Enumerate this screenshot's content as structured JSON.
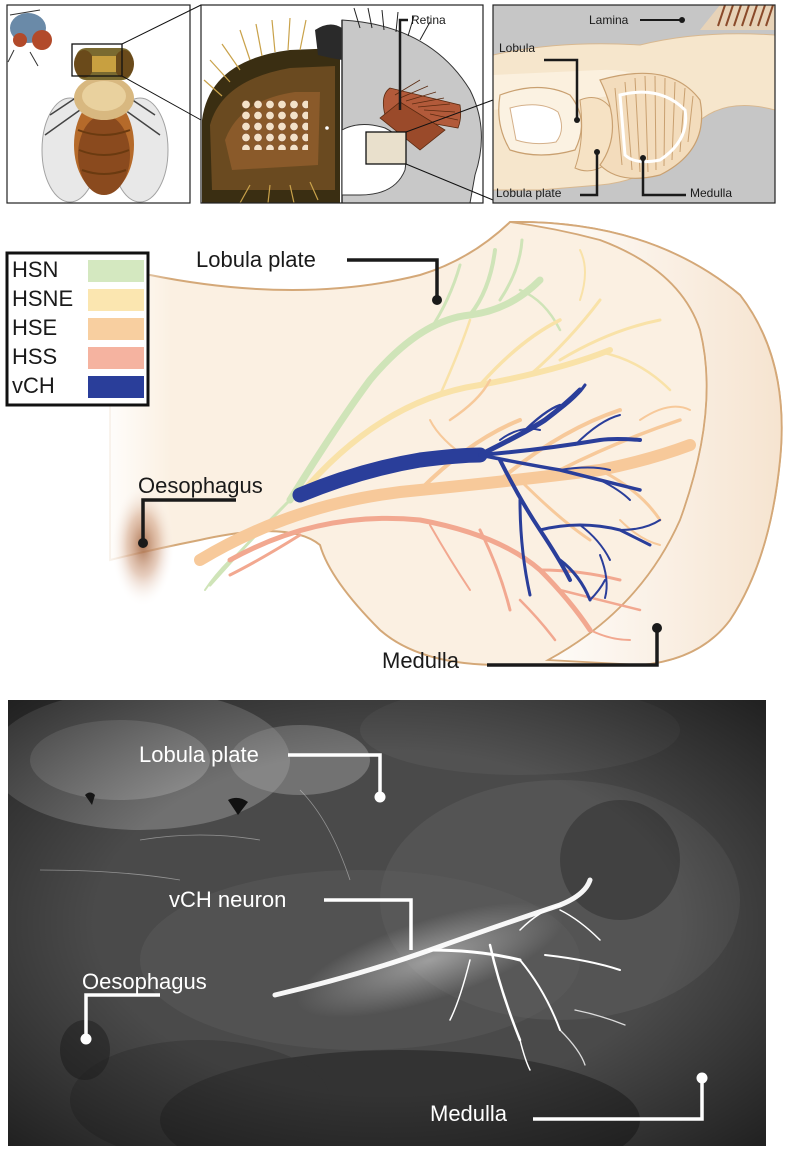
{
  "panels": {
    "retina_panel": {
      "label": "Retina"
    },
    "optic_panel": {
      "labels": {
        "lamina": "Lamina",
        "lobula": "Lobula",
        "lobula_plate": "Lobula plate",
        "medulla": "Medulla"
      }
    },
    "schematic": {
      "labels": {
        "lobula_plate": "Lobula plate",
        "oesophagus": "Oesophagus",
        "medulla": "Medulla"
      },
      "legend": [
        {
          "name": "HSN",
          "color": "#d4e8c0"
        },
        {
          "name": "HSNE",
          "color": "#fbe6b0"
        },
        {
          "name": "HSE",
          "color": "#f8cfa0"
        },
        {
          "name": "HSS",
          "color": "#f5b3a0"
        },
        {
          "name": "vCH",
          "color": "#2a3e9a"
        }
      ]
    },
    "micrograph": {
      "labels": {
        "lobula_plate": "Lobula plate",
        "vch_neuron": "vCH neuron",
        "oesophagus": "Oesophagus",
        "medulla": "Medulla"
      }
    }
  },
  "colors": {
    "vch": "#2a3e9a",
    "hsn": "#cfe4b8",
    "hsne": "#f9e2a8",
    "hse": "#f7c99a",
    "hss": "#f2a890",
    "tissue": "#fbf0e2",
    "tissue_edge": "#d4a878",
    "leader": "#1a1a1a",
    "grey_tissue": "#c8c8c8"
  }
}
